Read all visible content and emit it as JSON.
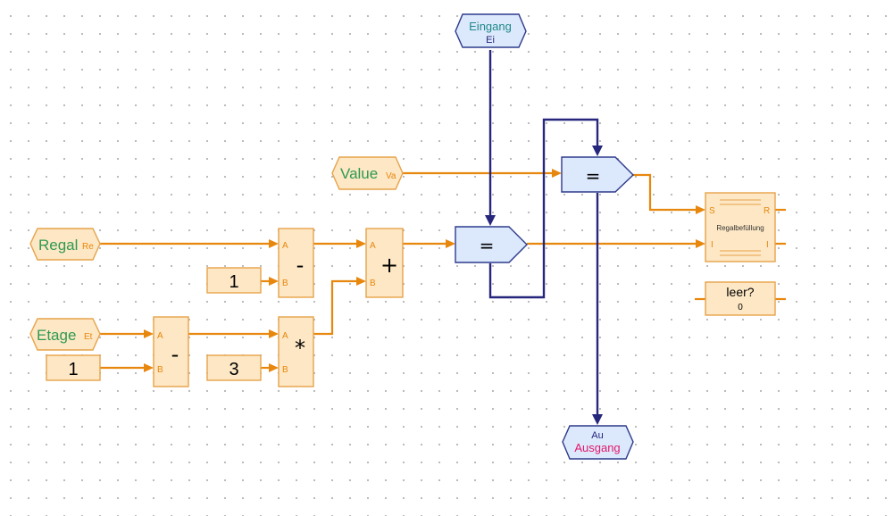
{
  "inputs": {
    "eingang": {
      "label": "Eingang",
      "short": "Ei"
    },
    "value": {
      "label": "Value",
      "short": "Va"
    },
    "regal": {
      "label": "Regal",
      "short": "Re"
    },
    "etage": {
      "label": "Etage",
      "short": "Et"
    }
  },
  "outputs": {
    "ausgang": {
      "label": "Ausgang",
      "short": "Au"
    }
  },
  "constants": {
    "c1_top": "1",
    "c1_bottom": "1",
    "c3": "3"
  },
  "operators": {
    "minus": "-",
    "plus": "+",
    "times": "*",
    "equals": "="
  },
  "pins": {
    "a": "A",
    "b": "B",
    "s": "S",
    "r": "R",
    "i": "I"
  },
  "flipflop": {
    "label": "Regalbefüllung"
  },
  "display": {
    "label": "leer?",
    "value": "0"
  }
}
